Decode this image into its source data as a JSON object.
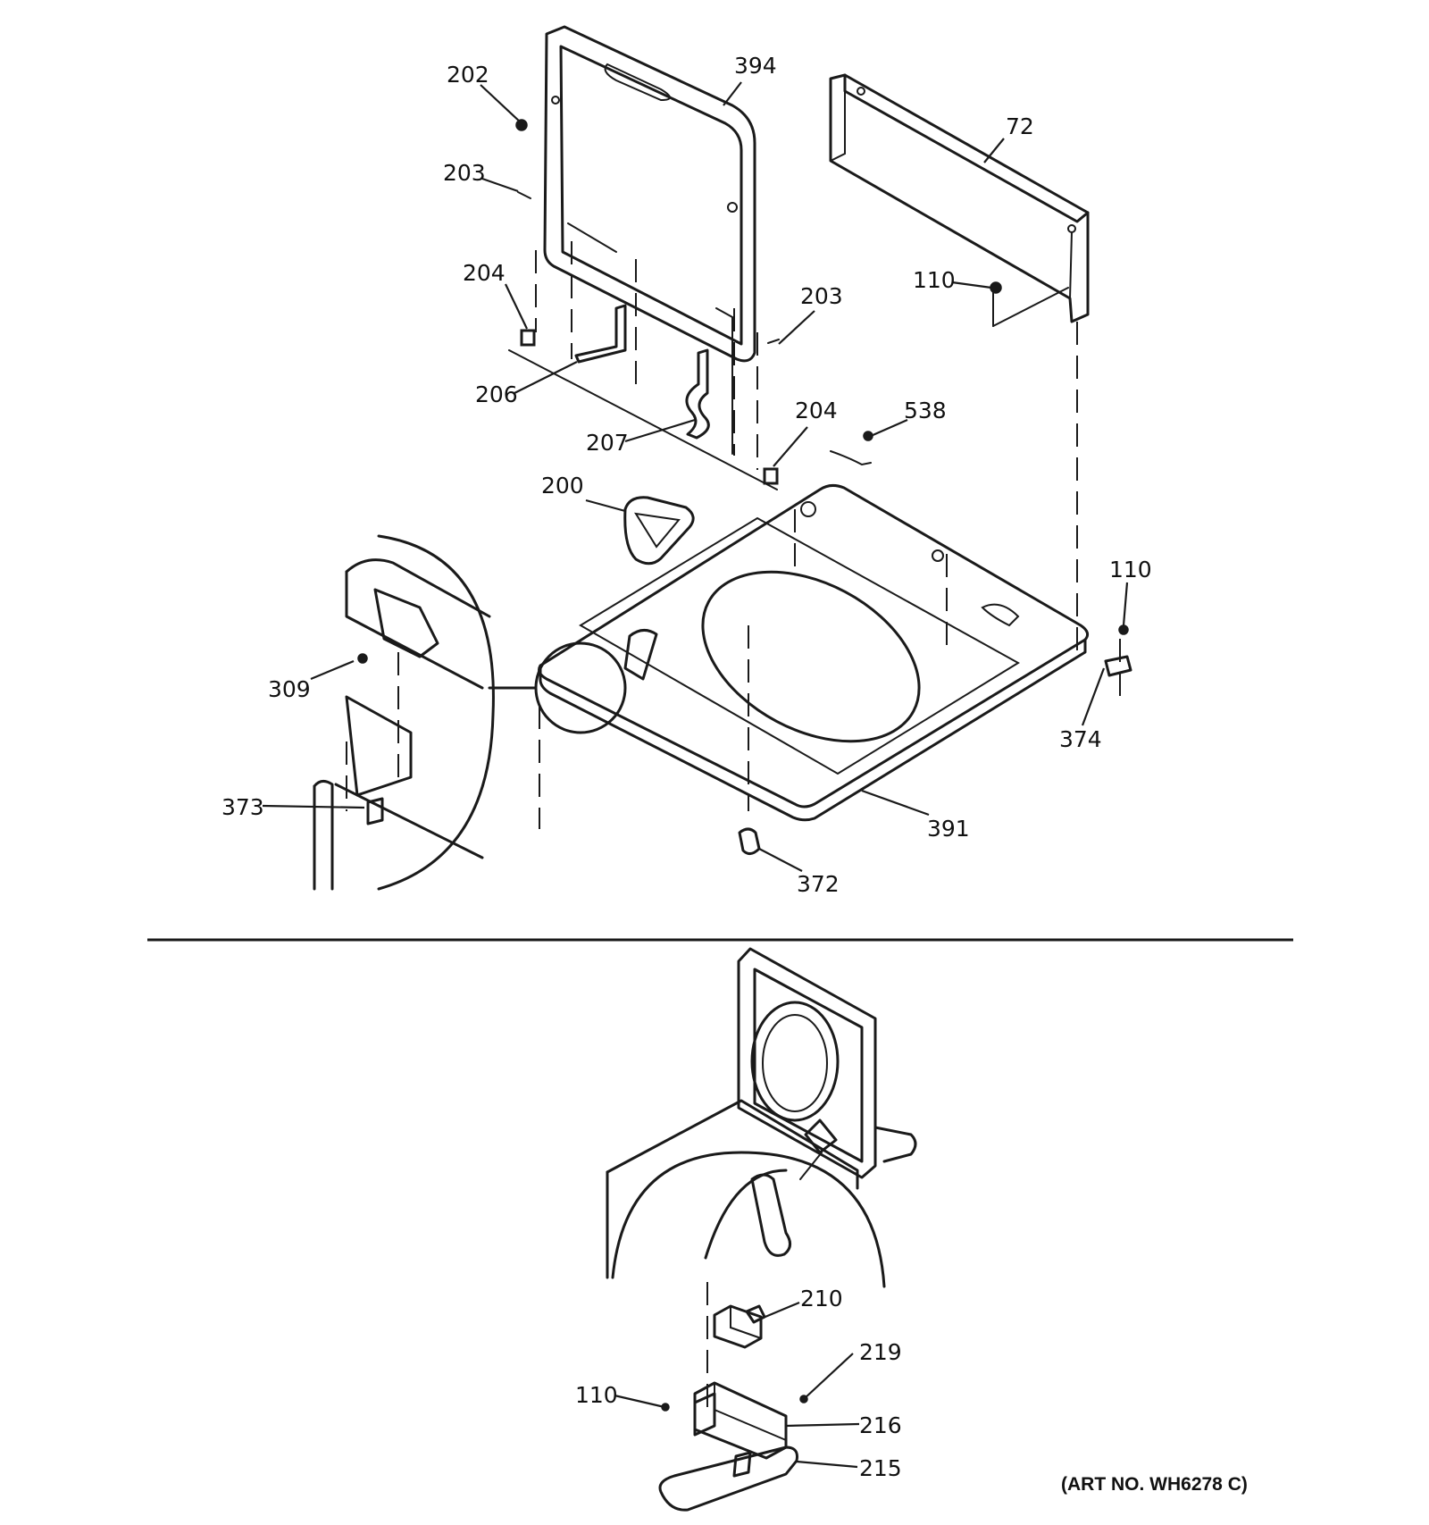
{
  "callouts": {
    "c202": "202",
    "c394": "394",
    "c72": "72",
    "c203a": "203",
    "c204a": "204",
    "c203b": "203",
    "c110a": "110",
    "c206": "206",
    "c207": "207",
    "c204b": "204",
    "c538": "538",
    "c200": "200",
    "c110b": "110",
    "c309": "309",
    "c374": "374",
    "c373": "373",
    "c391": "391",
    "c372": "372",
    "c210": "210",
    "c219": "219",
    "c110c": "110",
    "c216": "216",
    "c215": "215"
  },
  "art_number": "(ART NO. WH6278 C)"
}
